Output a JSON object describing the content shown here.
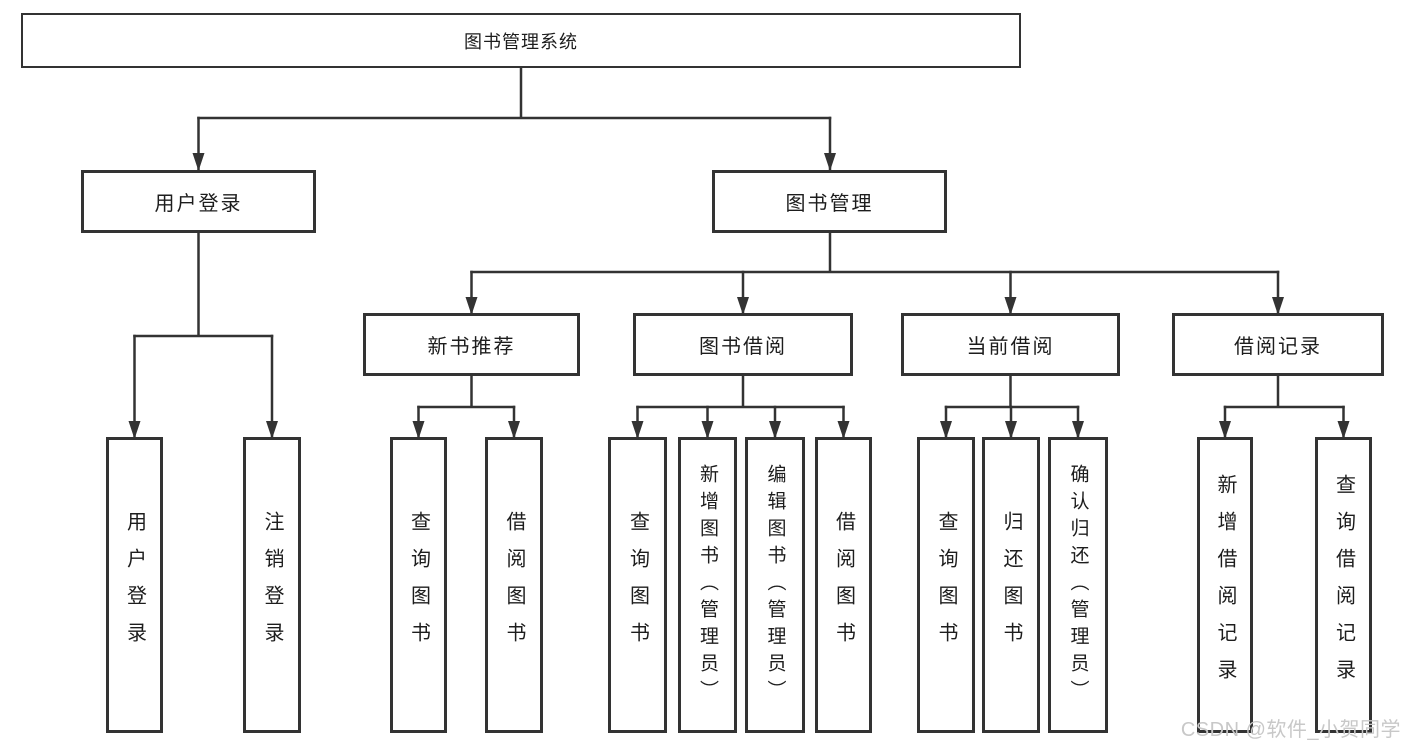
{
  "diagram": {
    "title": "图书管理系统",
    "branches": [
      {
        "label": "用户登录",
        "children": [
          {
            "label": "用户登录"
          },
          {
            "label": "注销登录"
          }
        ]
      },
      {
        "label": "图书管理",
        "children": [
          {
            "label": "新书推荐",
            "children": [
              {
                "label": "查询图书"
              },
              {
                "label": "借阅图书"
              }
            ]
          },
          {
            "label": "图书借阅",
            "children": [
              {
                "label": "查询图书"
              },
              {
                "label": "新增图书（管理员）"
              },
              {
                "label": "编辑图书（管理员）"
              },
              {
                "label": "借阅图书"
              }
            ]
          },
          {
            "label": "当前借阅",
            "children": [
              {
                "label": "查询图书"
              },
              {
                "label": "归还图书"
              },
              {
                "label": "确认归还（管理员）"
              }
            ]
          },
          {
            "label": "借阅记录",
            "children": [
              {
                "label": "新增借阅记录"
              },
              {
                "label": "查询借阅记录"
              }
            ]
          }
        ]
      }
    ]
  },
  "watermark": "CSDN @软件_小贺同学",
  "colors": {
    "line": "#333333",
    "box_border": "#333333",
    "text": "#1d1d1d",
    "background": "#ffffff",
    "watermark": "#c8c8c8"
  }
}
